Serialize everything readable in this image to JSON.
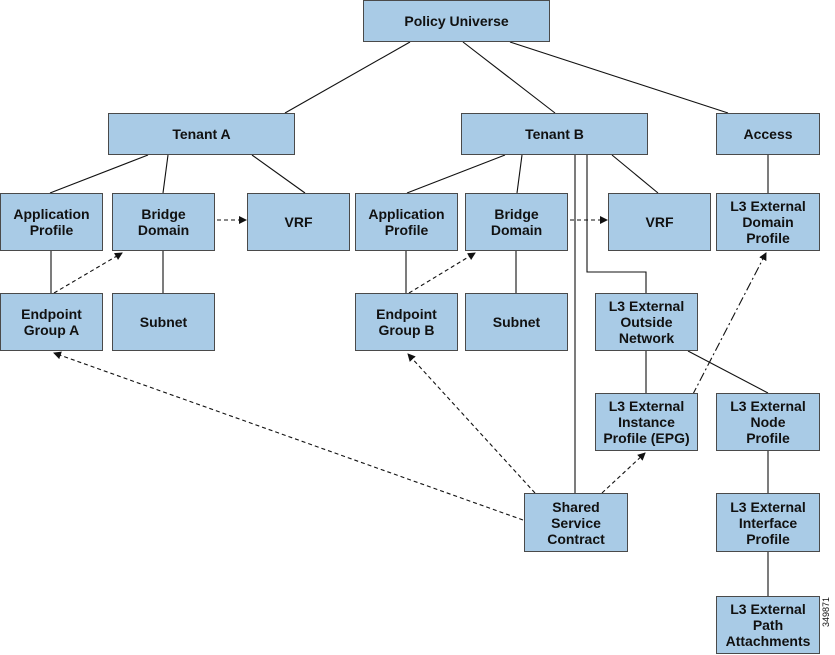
{
  "nodes": {
    "policy_universe": "Policy Universe",
    "tenant_a": "Tenant A",
    "tenant_b": "Tenant B",
    "access": "Access",
    "app_profile_a": "Application\nProfile",
    "bridge_domain_a": "Bridge\nDomain",
    "vrf_a": "VRF",
    "app_profile_b": "Application\nProfile",
    "bridge_domain_b": "Bridge\nDomain",
    "vrf_b": "VRF",
    "l3_ext_domain_profile": "L3 External\nDomain\nProfile",
    "epg_a": "Endpoint\nGroup A",
    "subnet_a": "Subnet",
    "epg_b": "Endpoint\nGroup B",
    "subnet_b": "Subnet",
    "l3_ext_outside_network": "L3 External\nOutside\nNetwork",
    "l3_ext_instance_profile": "L3 External\nInstance\nProfile (EPG)",
    "l3_ext_node_profile": "L3 External\nNode\nProfile",
    "shared_service_contract": "Shared\nService\nContract",
    "l3_ext_interface_profile": "L3 External\nInterface\nProfile",
    "l3_ext_path_attachments": "L3 External\nPath\nAttachments"
  },
  "figure_id": "349871"
}
